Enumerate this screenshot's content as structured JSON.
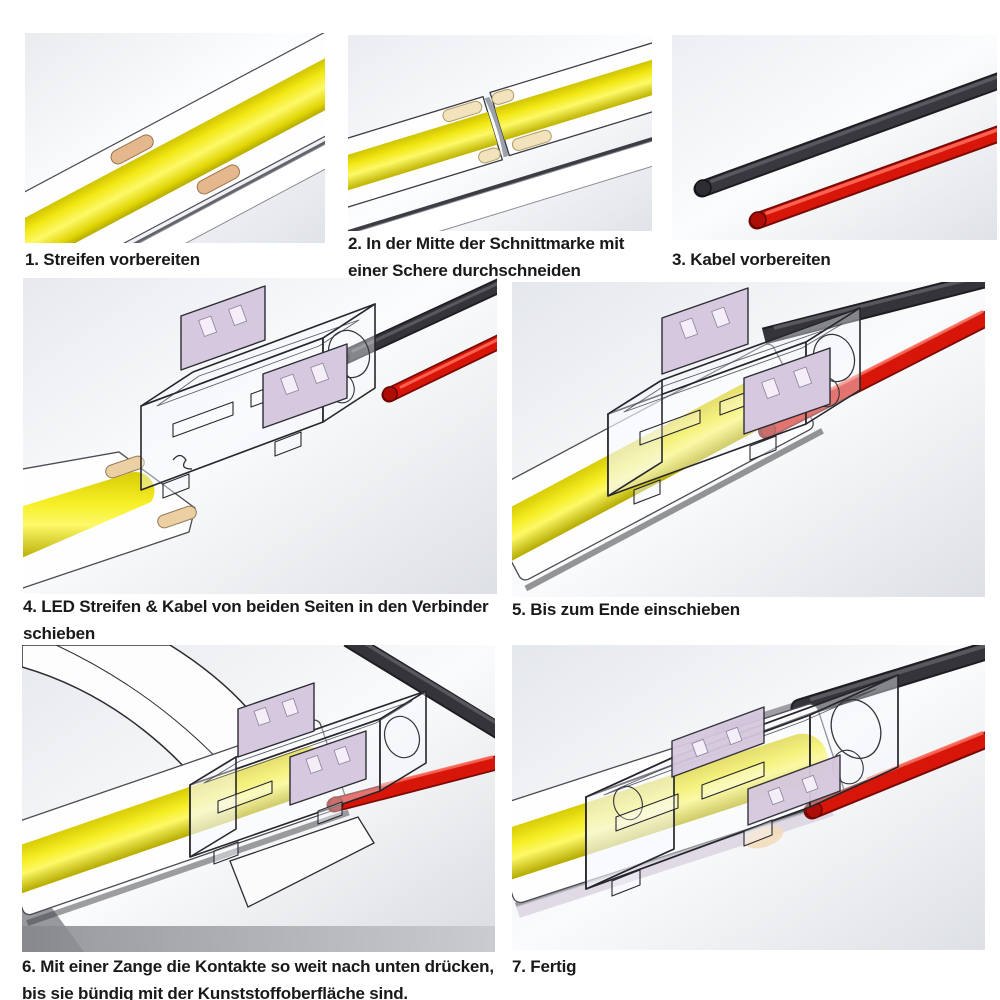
{
  "document": {
    "language": "de",
    "type": "instruction-sheet",
    "subject": "COB LED Streifen Verbinder Montageanleitung"
  },
  "steps": [
    {
      "id": 1,
      "caption": "1. Streifen vorbereiten"
    },
    {
      "id": 2,
      "caption": "2. In der Mitte der Schnittmarke mit einer Schere durchschneiden"
    },
    {
      "id": 3,
      "caption": "3. Kabel vorbereiten"
    },
    {
      "id": 4,
      "caption": "4. LED Streifen & Kabel von beiden Seiten in den Verbinder schieben"
    },
    {
      "id": 5,
      "caption": "5. Bis zum Ende einschieben"
    },
    {
      "id": 6,
      "caption": "6. Mit einer Zange die Kontakte so weit nach unten drücken, bis sie bündig mit der Kunststoffoberfläche sind."
    },
    {
      "id": 7,
      "caption": "7. Fertig"
    }
  ],
  "colors": {
    "led_strip_yellow": "#f2e813",
    "strip_body_white": "#ffffff",
    "solder_pad_copper": "#e4b78d",
    "solder_pad_cream": "#f2e3bd",
    "wire_black": "#35343a",
    "wire_red": "#d81509",
    "contact_blade_lavender": "#d6c8de",
    "connector_outline": "#26262c",
    "caption_text": "#191919",
    "panel_background_light": "#eceef2",
    "panel_background_shade": "#e2e5ea"
  }
}
